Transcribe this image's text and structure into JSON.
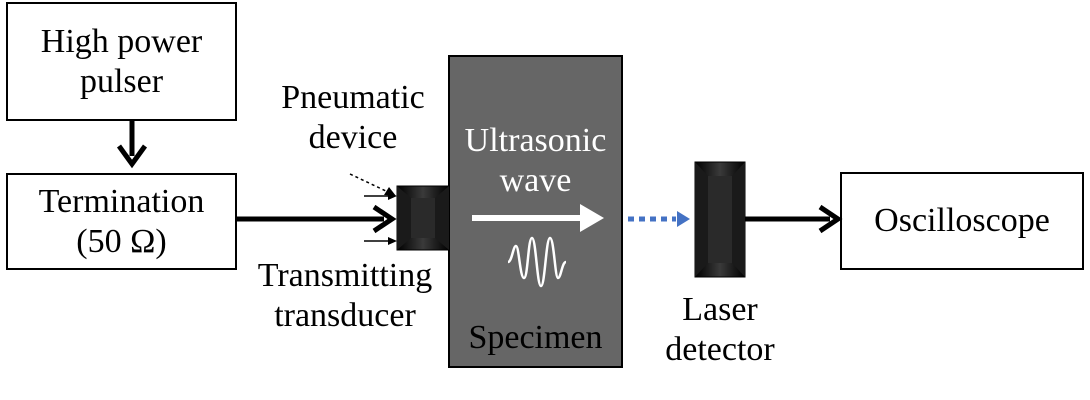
{
  "blocks": {
    "pulser": {
      "line1": "High power",
      "line2": "pulser"
    },
    "termination": {
      "line1": "Termination",
      "line2": "(50 Ω)"
    },
    "oscilloscope": {
      "label": "Oscilloscope"
    }
  },
  "labels": {
    "pneumatic": {
      "line1": "Pneumatic",
      "line2": "device"
    },
    "transducer": {
      "line1": "Transmitting",
      "line2": "transducer"
    },
    "laser": {
      "line1": "Laser",
      "line2": "detector"
    }
  },
  "specimen": {
    "wave_line1": "Ultrasonic",
    "wave_line2": "wave",
    "name": "Specimen"
  },
  "colors": {
    "specimen_fill": "#666666",
    "dotted_arrow": "#4472C4",
    "ink": "#000000",
    "wave": "#ffffff"
  }
}
